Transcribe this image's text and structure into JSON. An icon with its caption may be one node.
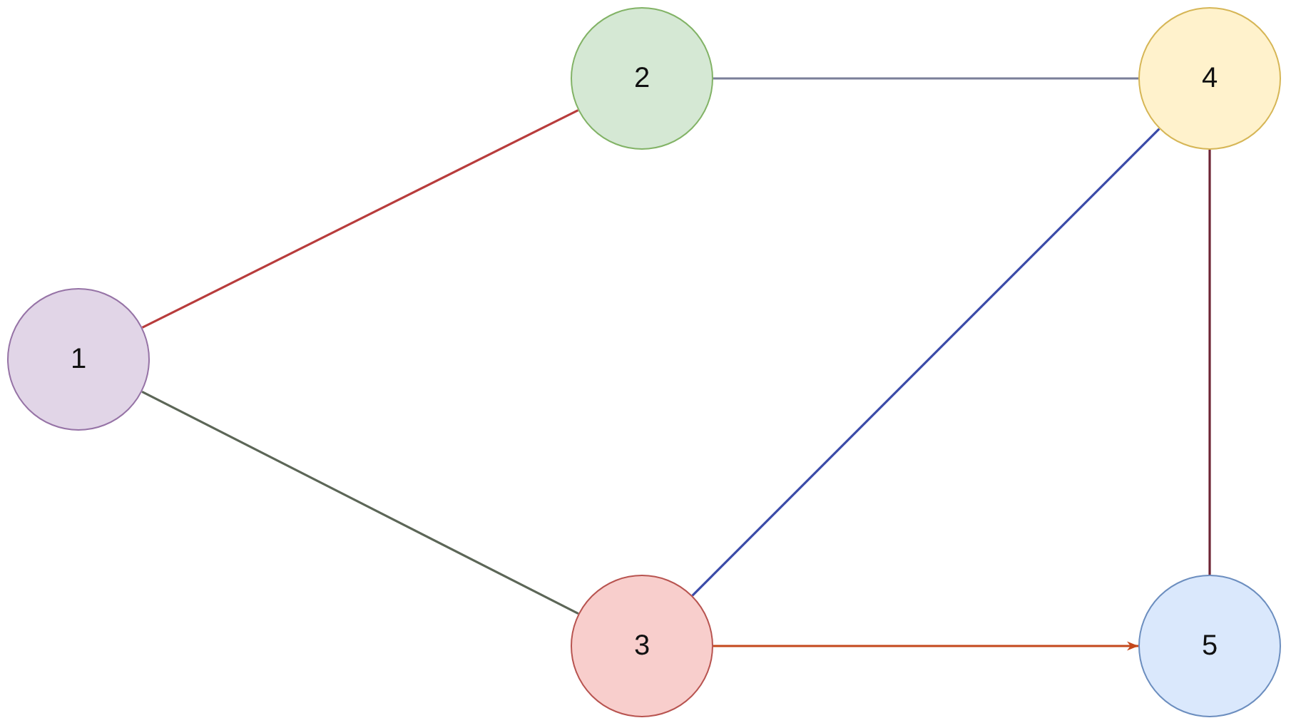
{
  "diagram": {
    "nodes": [
      {
        "text": [
          "1"
        ]
      },
      {
        "text": [
          "2"
        ]
      },
      {
        "text": [
          "4"
        ]
      },
      {
        "text": [
          "3"
        ]
      },
      {
        "text": [
          "5"
        ]
      }
    ],
    "edges": [
      {
        "from": 0,
        "to": 1,
        "arrow": "none",
        "color": "#b83c3c"
      },
      {
        "from": 1,
        "to": 2,
        "arrow": "none",
        "color": "#7a7f99"
      },
      {
        "from": 0,
        "to": 3,
        "arrow": "none",
        "color": "#5c6657"
      },
      {
        "from": 3,
        "to": 2,
        "arrow": "none",
        "color": "#3a4aa8"
      },
      {
        "from": 2,
        "to": 4,
        "arrow": "none",
        "color": "#6e2434"
      },
      {
        "from": 3,
        "to": 4,
        "arrow": "to",
        "color": "#c4481c"
      }
    ]
  }
}
